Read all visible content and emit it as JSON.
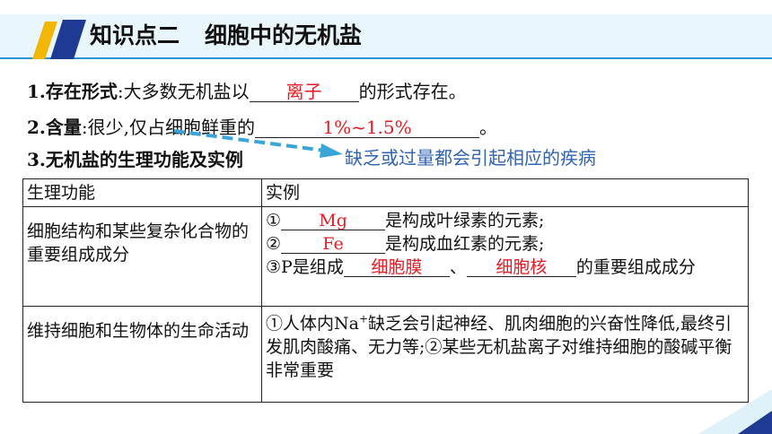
{
  "header": {
    "title_part1": "知识点二",
    "title_part2": "细胞中的无机盐"
  },
  "items": {
    "form": {
      "num": "1",
      "label": ".存在形式",
      "text": ":大多数无机盐以",
      "answer": "离子",
      "after": "的形式存在。"
    },
    "content": {
      "num": "2",
      "label": ".含量",
      "text": ":很少,仅占细胞鲜重的",
      "answer": "1%~1.5%",
      "after": "。"
    },
    "functions": {
      "num": "3",
      "label": ".无机盐的生理功能及实例"
    }
  },
  "note": "缺乏或过量都会引起相应的疾病",
  "table": {
    "headers": [
      "生理功能",
      "实例"
    ],
    "row1": {
      "function": "细胞结构和某些复杂化合物的重要组成成分",
      "ex1_prefix": "①",
      "ex1_answer": "Mg",
      "ex1_suffix": "是构成叶绿素的元素;",
      "ex2_prefix": "②",
      "ex2_answer": "Fe",
      "ex2_suffix": "是构成血红素的元素;",
      "ex3_prefix": "③P是组成",
      "ex3_answer1": "细胞膜",
      "ex3_sep": "、",
      "ex3_answer2": "细胞核",
      "ex3_suffix": "的重要组成成分"
    },
    "row2": {
      "function": "维持细胞和生物体的生命活动",
      "ex_part1": "①人体内Na",
      "ex_sup": "+",
      "ex_part2": "缺乏会引起神经、肌肉细胞的兴奋性降低,最终引发肌肉酸痛、无力等;②某些无机盐离子对维持细胞的酸碱平衡非常重要"
    }
  },
  "colors": {
    "accent_blue": "#2a93d5",
    "logo_dark": "#1f3a93",
    "logo_yellow": "#f2b705",
    "answer_red": "#e51c23",
    "note_blue": "#2f63b3"
  }
}
